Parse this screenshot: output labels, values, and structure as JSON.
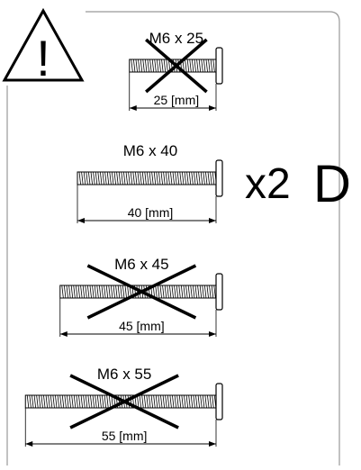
{
  "warning": {
    "icon": "warning-triangle-icon",
    "symbol": "!"
  },
  "screws": [
    {
      "label": "M6 x 25",
      "length_label": "25 [mm]",
      "length_mm": 25,
      "crossed_out": true
    },
    {
      "label": "M6 x 40",
      "length_label": "40 [mm]",
      "length_mm": 40,
      "crossed_out": false
    },
    {
      "label": "M6 x 45",
      "length_label": "45 [mm]",
      "length_mm": 45,
      "crossed_out": true
    },
    {
      "label": "M6 x 55",
      "length_label": "55 [mm]",
      "length_mm": 55,
      "crossed_out": true
    }
  ],
  "quantity": "x2",
  "part_letter": "D",
  "colors": {
    "line": "#000000",
    "frame": "#999999",
    "background": "#ffffff"
  }
}
